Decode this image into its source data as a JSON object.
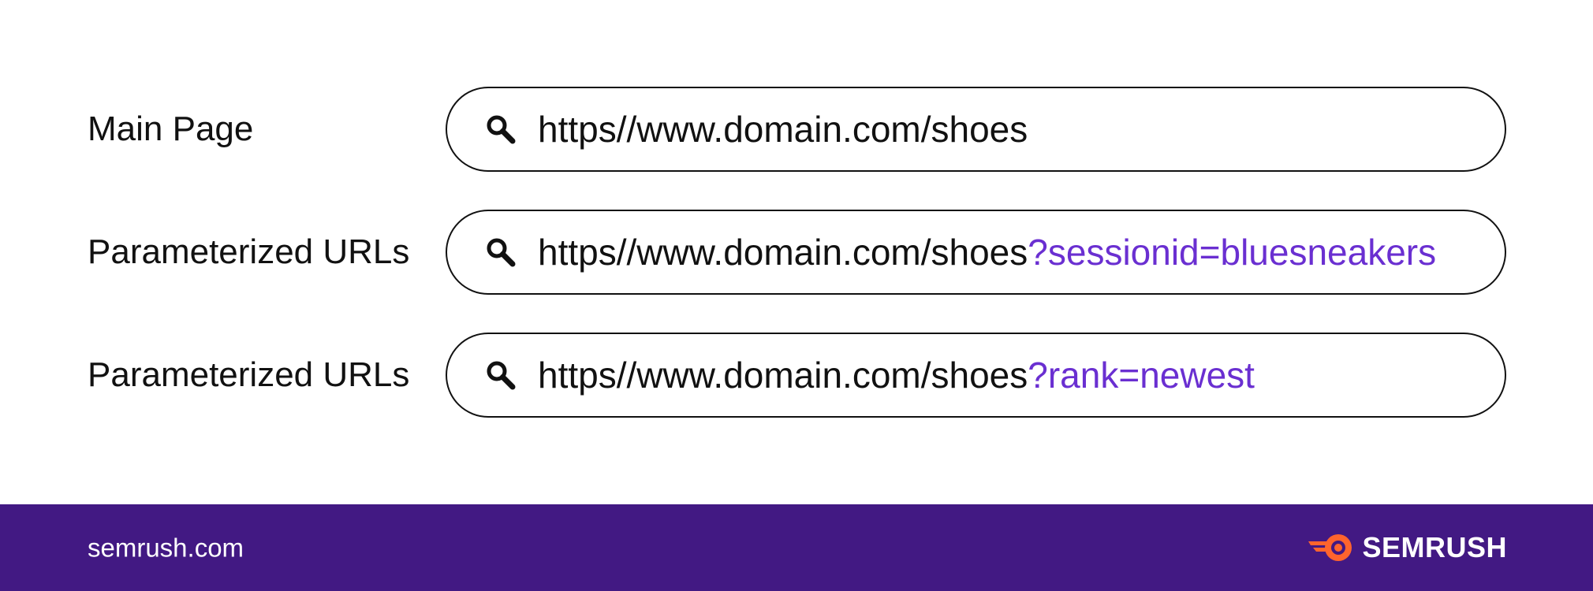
{
  "rows": [
    {
      "label": "Main Page",
      "url_base": "https//www.domain.com/shoes",
      "url_param": ""
    },
    {
      "label": "Parameterized URLs",
      "url_base": "https//www.domain.com/shoes",
      "url_param": "?sessionid=bluesneakers"
    },
    {
      "label": "Parameterized URLs",
      "url_base": "https//www.domain.com/shoes",
      "url_param": "?rank=newest"
    }
  ],
  "footer": {
    "domain": "semrush.com",
    "brand_name": "SEMRUSH",
    "brand_logo_icon": "semrush-flame-logo-icon"
  },
  "colors": {
    "param_text": "#6a2fd1",
    "footer_background": "#421983",
    "logo_orange": "#ff642d"
  },
  "icons": {
    "search": "search-icon"
  }
}
